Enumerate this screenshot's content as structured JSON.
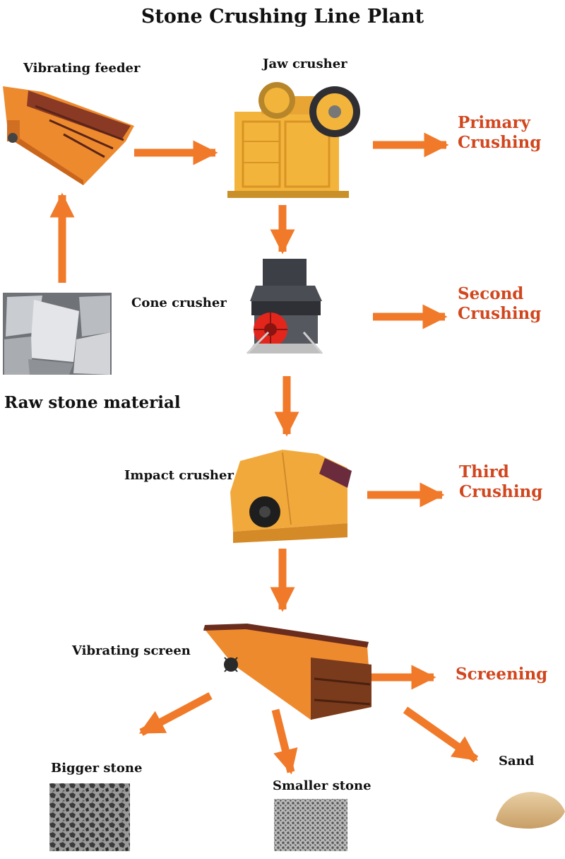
{
  "title": "Stone Crushing Line Plant",
  "colors": {
    "arrow": "#f07a2a",
    "stage_text": "#d2461e",
    "machine_yellow": "#f3b43c",
    "machine_orange": "#ee8a2e",
    "dark_steel": "#3c3f45",
    "red_pulley": "#e2261c",
    "sand": "#d9b887"
  },
  "labels": {
    "vibrating_feeder": "Vibrating feeder",
    "jaw_crusher": "Jaw crusher",
    "cone_crusher": "Cone crusher",
    "impact_crusher": "Impact crusher",
    "vibrating_screen": "Vibrating screen",
    "raw_material": "Raw stone material",
    "bigger_stone": "Bigger stone",
    "smaller_stone": "Smaller stone",
    "sand": "Sand"
  },
  "stages": {
    "primary": [
      "Primary",
      "Crushing"
    ],
    "second": [
      "Second",
      "Crushing"
    ],
    "third": [
      "Third",
      "Crushing"
    ],
    "screening": "Screening"
  },
  "icons": {
    "vibrating_feeder": "vibrating-feeder-icon",
    "jaw_crusher": "jaw-crusher-icon",
    "cone_crusher": "cone-crusher-icon",
    "impact_crusher": "impact-crusher-icon",
    "vibrating_screen": "vibrating-screen-icon",
    "raw_material": "raw-stone-photo",
    "bigger_stone": "bigger-stone-texture",
    "smaller_stone": "smaller-stone-texture",
    "sand": "sand-pile-icon"
  }
}
